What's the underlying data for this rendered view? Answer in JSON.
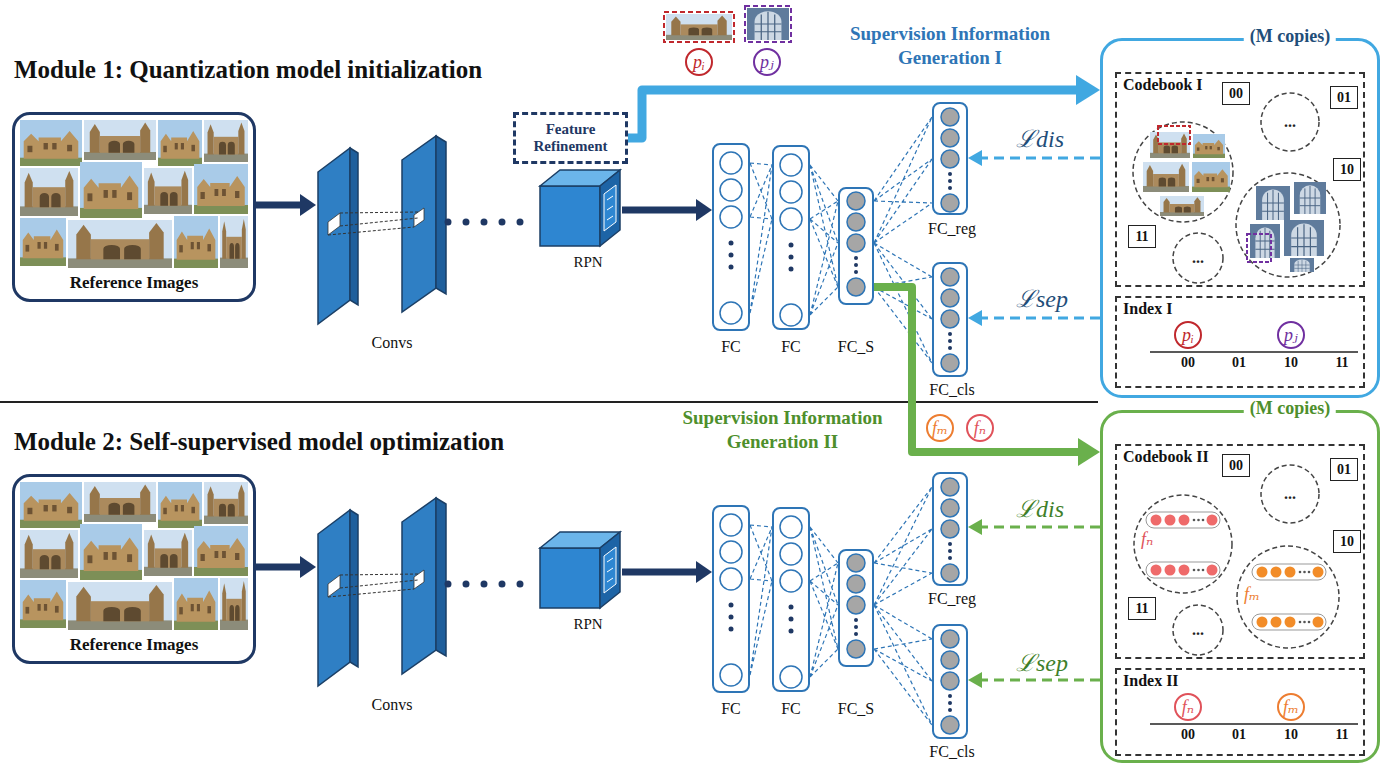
{
  "diagram": {
    "nodes": [
      {
        "text": [
          "Reference Images"
        ]
      },
      {
        "text": [
          "Convs"
        ]
      },
      {
        "text": [
          "RPN"
        ]
      },
      {
        "text": [
          "Feature Refinement"
        ]
      },
      {
        "text": [
          "FC"
        ]
      },
      {
        "text": [
          "FC"
        ]
      },
      {
        "text": [
          "FC_S"
        ]
      },
      {
        "text": [
          "FC_reg"
        ]
      },
      {
        "text": [
          "FC_cls"
        ]
      },
      {
        "text": [
          "pᵢ"
        ]
      },
      {
        "text": [
          "pⱼ"
        ]
      },
      {
        "text": [
          "(M copies)"
        ]
      },
      {
        "text": [
          "Codebook I"
        ],
        "in": 11
      },
      {
        "text": [
          "00"
        ],
        "in": 12
      },
      {
        "text": [
          "01"
        ],
        "in": 12
      },
      {
        "text": [
          "10"
        ],
        "in": 12
      },
      {
        "text": [
          "11"
        ],
        "in": 12
      },
      {
        "text": [
          "..."
        ],
        "in": 12
      },
      {
        "text": [
          "..."
        ],
        "in": 12
      },
      {
        "text": [
          "Index I"
        ],
        "in": 11
      },
      {
        "text": [
          "pᵢ"
        ],
        "in": 19
      },
      {
        "text": [
          "pⱼ"
        ],
        "in": 19
      },
      {
        "text": [
          "Reference Images"
        ]
      },
      {
        "text": [
          "Convs"
        ]
      },
      {
        "text": [
          "RPN"
        ]
      },
      {
        "text": [
          "FC"
        ]
      },
      {
        "text": [
          "FC"
        ]
      },
      {
        "text": [
          "FC_S"
        ]
      },
      {
        "text": [
          "FC_reg"
        ]
      },
      {
        "text": [
          "FC_cls"
        ]
      },
      {
        "text": [
          "fₘ"
        ]
      },
      {
        "text": [
          "fₙ"
        ]
      },
      {
        "text": [
          "(M copies)"
        ]
      },
      {
        "text": [
          "Codebook II"
        ],
        "in": 32
      },
      {
        "text": [
          "00"
        ],
        "in": 33
      },
      {
        "text": [
          "01"
        ],
        "in": 33
      },
      {
        "text": [
          "10"
        ],
        "in": 33
      },
      {
        "text": [
          "11"
        ],
        "in": 33
      },
      {
        "text": [
          "fₙ"
        ],
        "in": 33
      },
      {
        "text": [
          "..."
        ],
        "in": 33
      },
      {
        "text": [
          "fₘ"
        ],
        "in": 33
      },
      {
        "text": [
          "..."
        ],
        "in": 33
      },
      {
        "text": [
          "Index II"
        ],
        "in": 32
      },
      {
        "text": [
          "fₙ"
        ],
        "in": 42
      },
      {
        "text": [
          "fₘ"
        ],
        "in": 42
      }
    ],
    "edges": [
      {
        "from": 0,
        "to": 1,
        "arrow": "to"
      },
      {
        "from": 1,
        "to": 2,
        "arrow": "none"
      },
      {
        "from": 2,
        "to": 4,
        "arrow": "to"
      },
      {
        "from": 4,
        "to": 5,
        "arrow": "none"
      },
      {
        "from": 5,
        "to": 6,
        "arrow": "none"
      },
      {
        "from": 6,
        "to": 7,
        "arrow": "none"
      },
      {
        "from": 6,
        "to": 8,
        "arrow": "none"
      },
      {
        "from": 3,
        "to": 11,
        "arrow": "to",
        "label": "Supervision Information Generation I"
      },
      {
        "from": 11,
        "to": 7,
        "arrow": "to",
        "label": "ℒdis"
      },
      {
        "from": 11,
        "to": 8,
        "arrow": "to",
        "label": "ℒsep"
      },
      {
        "from": 22,
        "to": 23,
        "arrow": "to"
      },
      {
        "from": 23,
        "to": 24,
        "arrow": "none"
      },
      {
        "from": 24,
        "to": 25,
        "arrow": "to"
      },
      {
        "from": 25,
        "to": 26,
        "arrow": "none"
      },
      {
        "from": 26,
        "to": 27,
        "arrow": "none"
      },
      {
        "from": 27,
        "to": 28,
        "arrow": "none"
      },
      {
        "from": 27,
        "to": 29,
        "arrow": "none"
      },
      {
        "from": 6,
        "to": 32,
        "arrow": "to",
        "label": "Supervision Information Generation II"
      },
      {
        "from": 32,
        "to": 28,
        "arrow": "to",
        "label": "ℒdis"
      },
      {
        "from": 32,
        "to": 29,
        "arrow": "to",
        "label": "ℒsep"
      }
    ],
    "labels": [
      "Module 1: Quantization model initialization",
      "00",
      "01",
      "10",
      "11",
      "Module 2: Self-supervised model optimization",
      "00",
      "01",
      "10",
      "11"
    ]
  }
}
